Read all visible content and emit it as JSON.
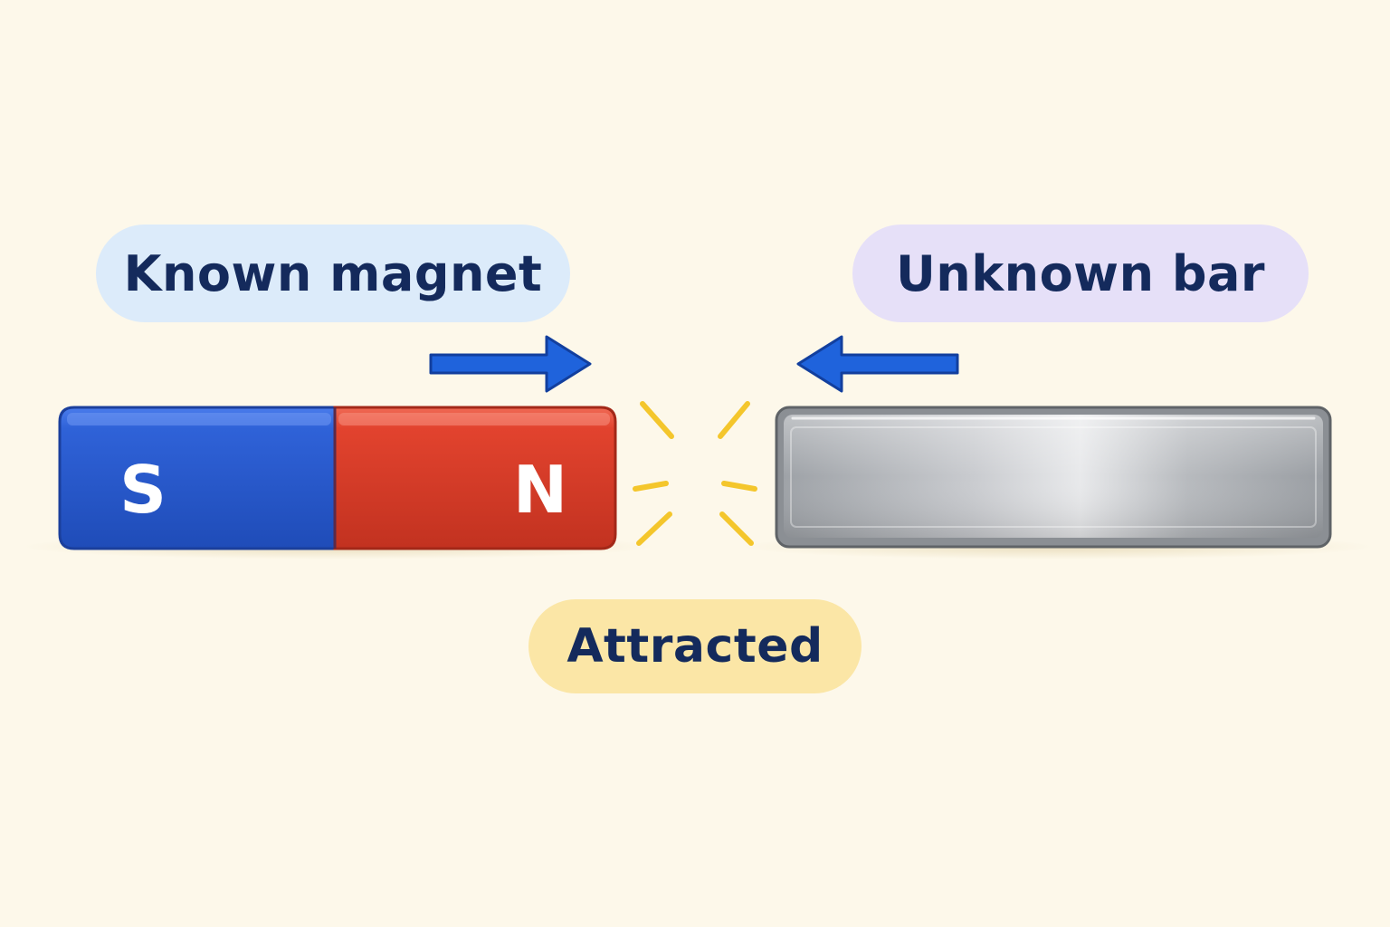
{
  "labels": {
    "known": "Known magnet",
    "unknown": "Unknown bar",
    "result": "Attracted"
  },
  "magnet": {
    "south_label": "S",
    "north_label": "N"
  },
  "colors": {
    "background": "#fdf8ea",
    "south_pole": "#2f5fd6",
    "north_pole": "#e0432e",
    "steel_bar": "#b9bcc0",
    "arrow": "#1d5ed6",
    "spark": "#f4c62c",
    "text": "#142a5c"
  },
  "icons": {
    "arrow_right": "arrow-right-icon",
    "arrow_left": "arrow-left-icon",
    "spark": "attraction-spark-icon"
  }
}
